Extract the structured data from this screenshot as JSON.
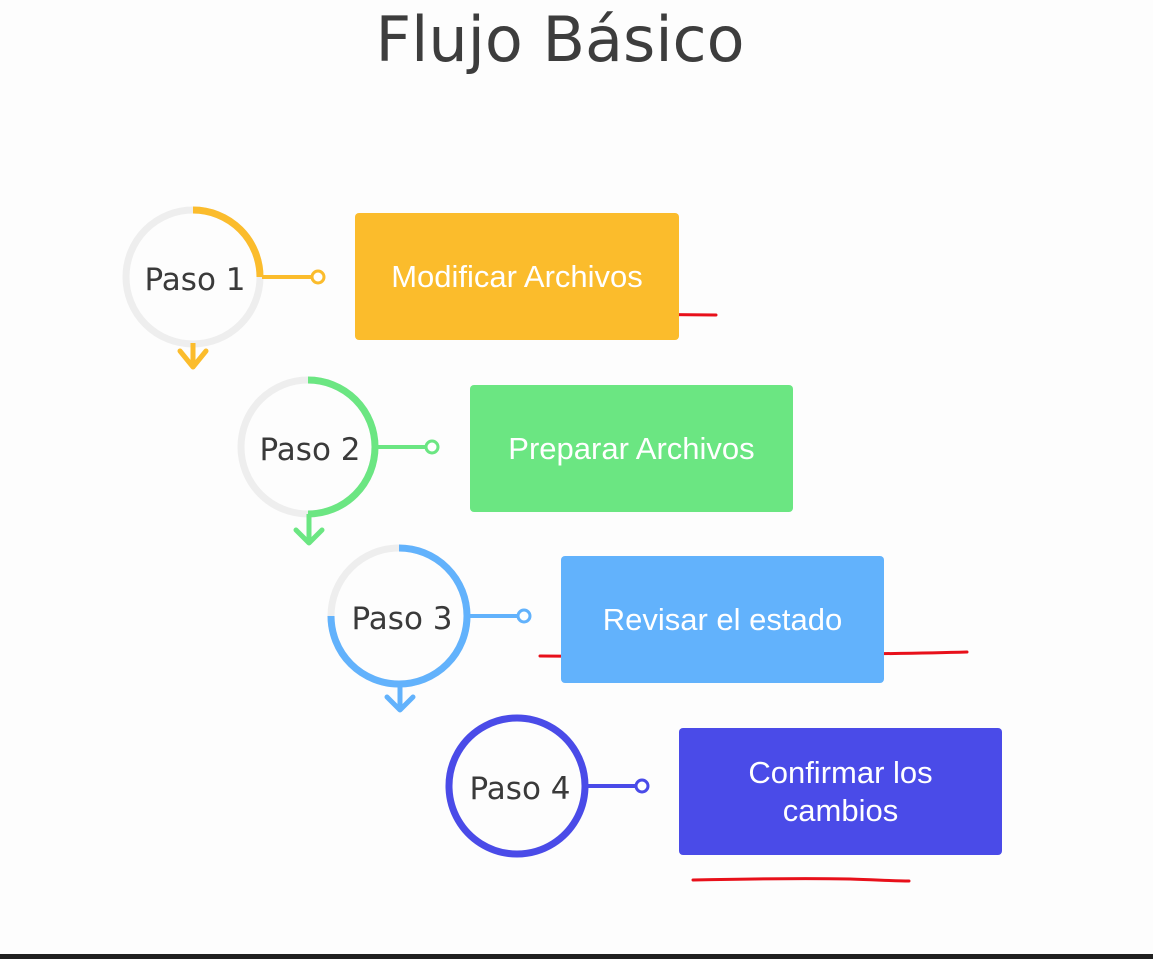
{
  "title": "Flujo Básico",
  "steps": [
    {
      "label": "Paso 1",
      "action": "Modificar Archivos",
      "color": "#FBBC2C",
      "progress": 0.25
    },
    {
      "label": "Paso 2",
      "action": "Preparar Archivos",
      "color": "#6BE682",
      "progress": 0.5
    },
    {
      "label": "Paso 3",
      "action": "Revisar el estado",
      "color": "#62B2FC",
      "progress": 0.75
    },
    {
      "label": "Paso 4",
      "action": "Confirmar los cambios",
      "color": "#4A4BE8",
      "progress": 1.0
    }
  ],
  "colors": {
    "track": "#EEEEEE",
    "annotation": "#E8101A",
    "text": "#3A3A3A"
  }
}
